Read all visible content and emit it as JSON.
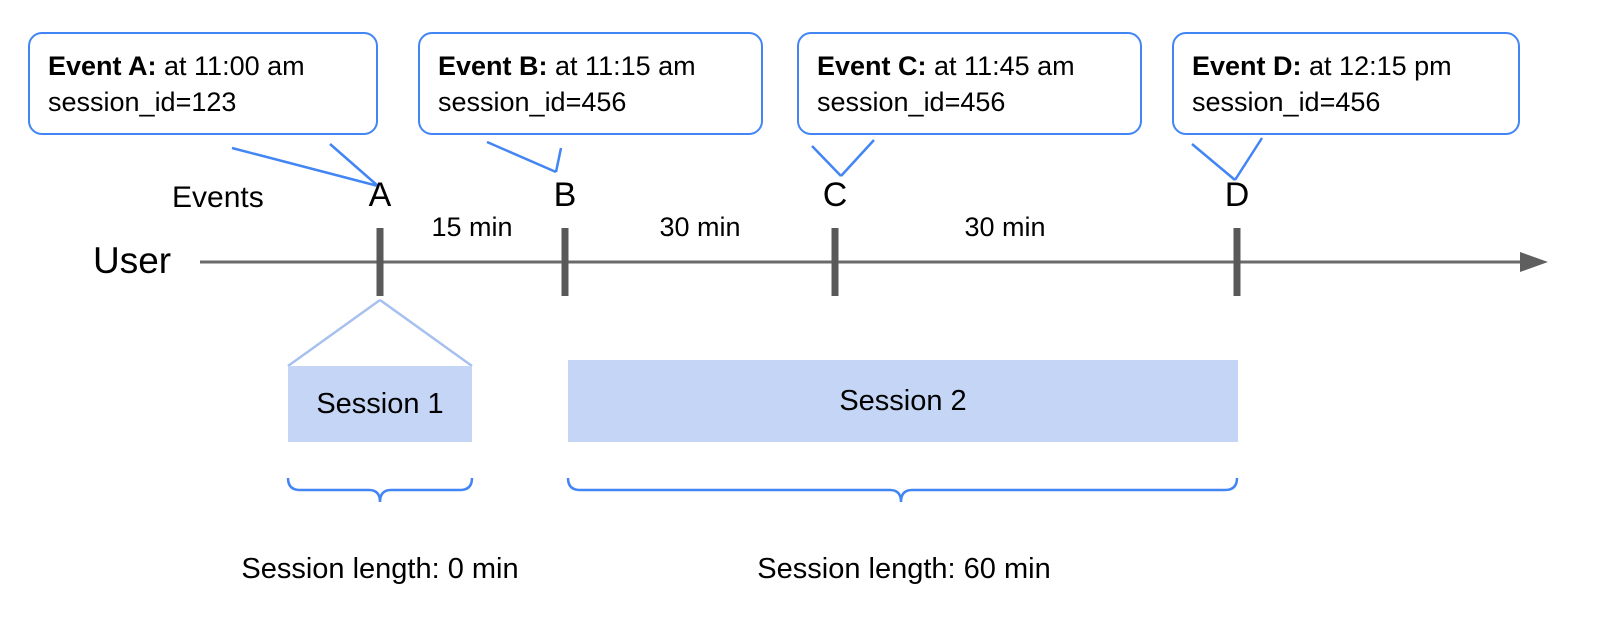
{
  "diagram": {
    "title_row": {
      "events_label": "Events",
      "user_label": "User"
    },
    "callouts": [
      {
        "name": "event-a",
        "lead": "Event A:",
        "rest": " at 11:00 am",
        "line2": "session_id=123",
        "letter": "A",
        "time": "11:00 am",
        "session_id": "123"
      },
      {
        "name": "event-b",
        "lead": "Event B:",
        "rest": " at 11:15 am",
        "line2": "session_id=456",
        "letter": "B",
        "time": "11:15 am",
        "session_id": "456"
      },
      {
        "name": "event-c",
        "lead": "Event C:",
        "rest": " at 11:45 am",
        "line2": "session_id=456",
        "letter": "C",
        "time": "11:45 am",
        "session_id": "456"
      },
      {
        "name": "event-d",
        "lead": "Event D:",
        "rest": " at 12:15 pm",
        "line2": "session_id=456",
        "letter": "D",
        "time": "12:15 pm",
        "session_id": "456"
      }
    ],
    "gaps": [
      {
        "label": "15 min",
        "from": "A",
        "to": "B"
      },
      {
        "label": "30 min",
        "from": "B",
        "to": "C"
      },
      {
        "label": "30 min",
        "from": "C",
        "to": "D"
      }
    ],
    "sessions": [
      {
        "label": "Session 1",
        "length_label": "Session length: 0 min"
      },
      {
        "label": "Session 2",
        "length_label": "Session length: 60 min"
      }
    ],
    "colors": {
      "accent_blue": "#4285f4",
      "session_fill": "#c5d5f5",
      "session_edge": "#a7c0ef",
      "axis_gray": "#6b6b6b",
      "tick_gray": "#595959"
    }
  }
}
